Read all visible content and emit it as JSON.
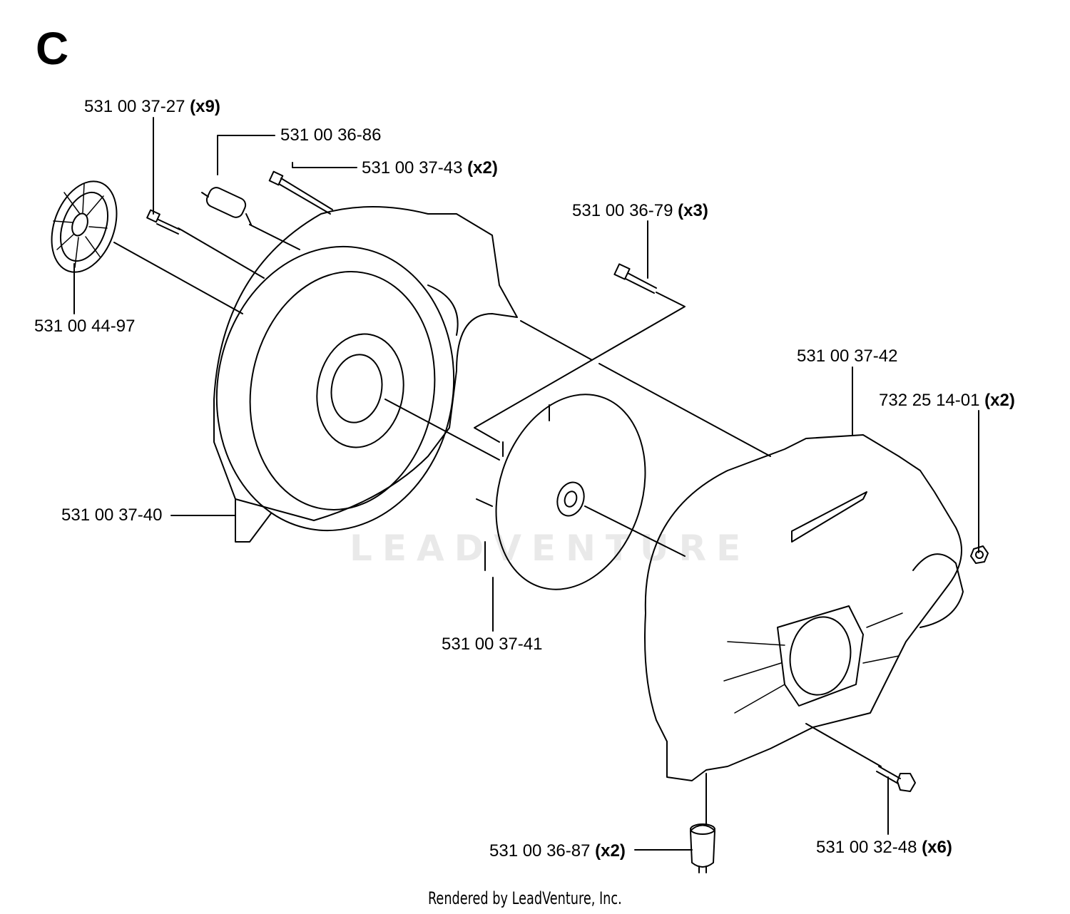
{
  "section_letter": "C",
  "watermark": "LEADVENTURE",
  "footer": "Rendered by LeadVenture, Inc.",
  "callouts": [
    {
      "part": "531 00 37-27",
      "qty": "(x9)"
    },
    {
      "part": "531 00 36-86",
      "qty": ""
    },
    {
      "part": "531 00 37-43",
      "qty": "(x2)"
    },
    {
      "part": "531 00 36-79",
      "qty": "(x3)"
    },
    {
      "part": "531 00 44-97",
      "qty": ""
    },
    {
      "part": "531 00 37-42",
      "qty": ""
    },
    {
      "part": "732 25 14-01",
      "qty": "(x2)"
    },
    {
      "part": "531 00 37-40",
      "qty": ""
    },
    {
      "part": "531 00 37-41",
      "qty": ""
    },
    {
      "part": "531 00 32-48",
      "qty": "(x6)"
    },
    {
      "part": "531 00 36-87",
      "qty": "(x2)"
    }
  ]
}
